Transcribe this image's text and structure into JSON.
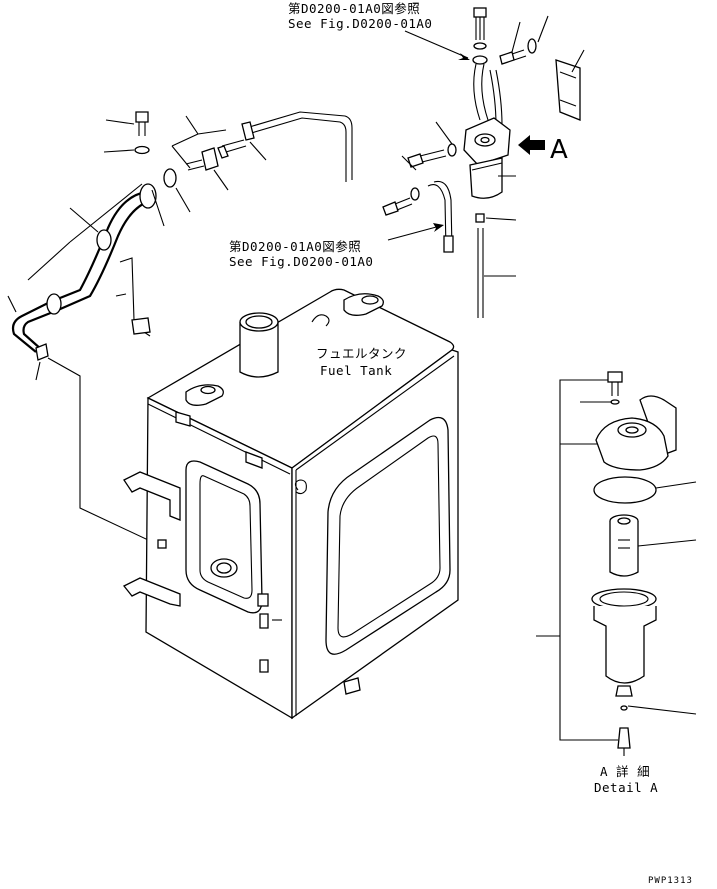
{
  "labels": {
    "ref_top_jp": "第D0200-01A0図参照",
    "ref_top_en": "See Fig.D0200-01A0",
    "ref_mid_jp": "第D0200-01A0図参照",
    "ref_mid_en": "See Fig.D0200-01A0",
    "tank_jp": "フュエルタンク",
    "tank_en": "Fuel Tank",
    "view_letter": "A",
    "detail_jp": "A 詳 細",
    "detail_en": "Detail A",
    "drawing_code": "PWP1313"
  }
}
